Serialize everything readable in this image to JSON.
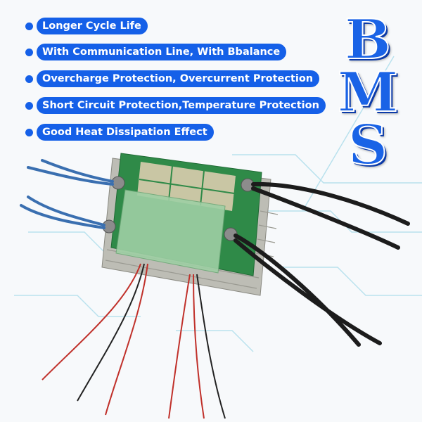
{
  "features": [
    {
      "label": "Longer Cycle Life"
    },
    {
      "label": "With Communication Line, With Bbalance"
    },
    {
      "label": "Overcharge Protection, Overcurrent Protection"
    },
    {
      "label": "Short Circuit Protection,Temperature Protection"
    },
    {
      "label": "Good Heat Dissipation Effect"
    }
  ],
  "title_letters": [
    "B",
    "M",
    "S"
  ],
  "colors": {
    "accent": "#1560e8",
    "board": "#2e8a4a",
    "heatsink": "#b8b8b0"
  }
}
